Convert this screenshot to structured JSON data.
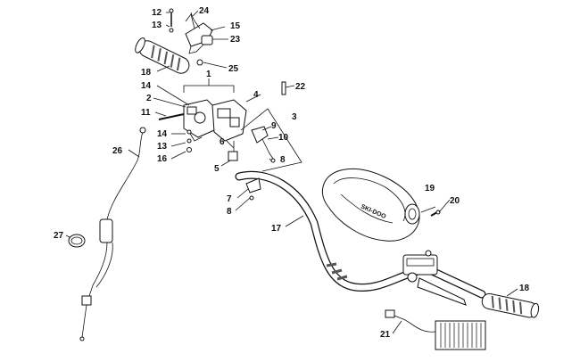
{
  "callouts": [
    {
      "id": "c1",
      "text": "1"
    },
    {
      "id": "c2",
      "text": "2"
    },
    {
      "id": "c3",
      "text": "3"
    },
    {
      "id": "c4",
      "text": "4"
    },
    {
      "id": "c5",
      "text": "5"
    },
    {
      "id": "c6",
      "text": "6"
    },
    {
      "id": "c7",
      "text": "7"
    },
    {
      "id": "c8a",
      "text": "8"
    },
    {
      "id": "c8b",
      "text": "8"
    },
    {
      "id": "c9",
      "text": "9"
    },
    {
      "id": "c10",
      "text": "10"
    },
    {
      "id": "c11",
      "text": "11"
    },
    {
      "id": "c12",
      "text": "12"
    },
    {
      "id": "c13a",
      "text": "13"
    },
    {
      "id": "c13b",
      "text": "13"
    },
    {
      "id": "c14a",
      "text": "14"
    },
    {
      "id": "c14b",
      "text": "14"
    },
    {
      "id": "c15",
      "text": "15"
    },
    {
      "id": "c16",
      "text": "16"
    },
    {
      "id": "c17",
      "text": "17"
    },
    {
      "id": "c18a",
      "text": "18"
    },
    {
      "id": "c18b",
      "text": "18"
    },
    {
      "id": "c19",
      "text": "19"
    },
    {
      "id": "c20",
      "text": "20"
    },
    {
      "id": "c21",
      "text": "21"
    },
    {
      "id": "c22",
      "text": "22"
    },
    {
      "id": "c23",
      "text": "23"
    },
    {
      "id": "c24",
      "text": "24"
    },
    {
      "id": "c25",
      "text": "25"
    },
    {
      "id": "c26",
      "text": "26"
    },
    {
      "id": "c27",
      "text": "27"
    }
  ],
  "pad_brand": "SKI-DOO",
  "colors": {
    "line": "#111111",
    "background": "#ffffff",
    "grip_texture": "#555555"
  }
}
